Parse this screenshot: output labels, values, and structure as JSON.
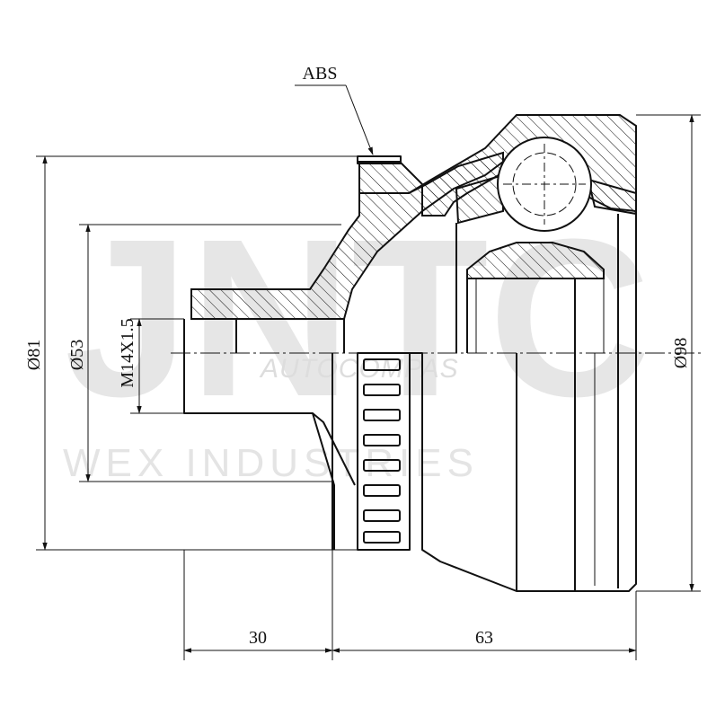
{
  "watermark": {
    "brand": "JNTC",
    "line1": "AUTOCOMPAS",
    "line2": "WEX INDUSTRIES"
  },
  "callouts": {
    "abs": "ABS"
  },
  "dimensions": {
    "outer_diameter_small": "Ø81",
    "spline_diameter": "Ø53",
    "thread": "M14X1.5",
    "outer_diameter_large": "Ø98",
    "shaft_length": "30",
    "body_length": "63"
  },
  "colors": {
    "line": "#111111",
    "watermark": "#e4e4e4"
  }
}
